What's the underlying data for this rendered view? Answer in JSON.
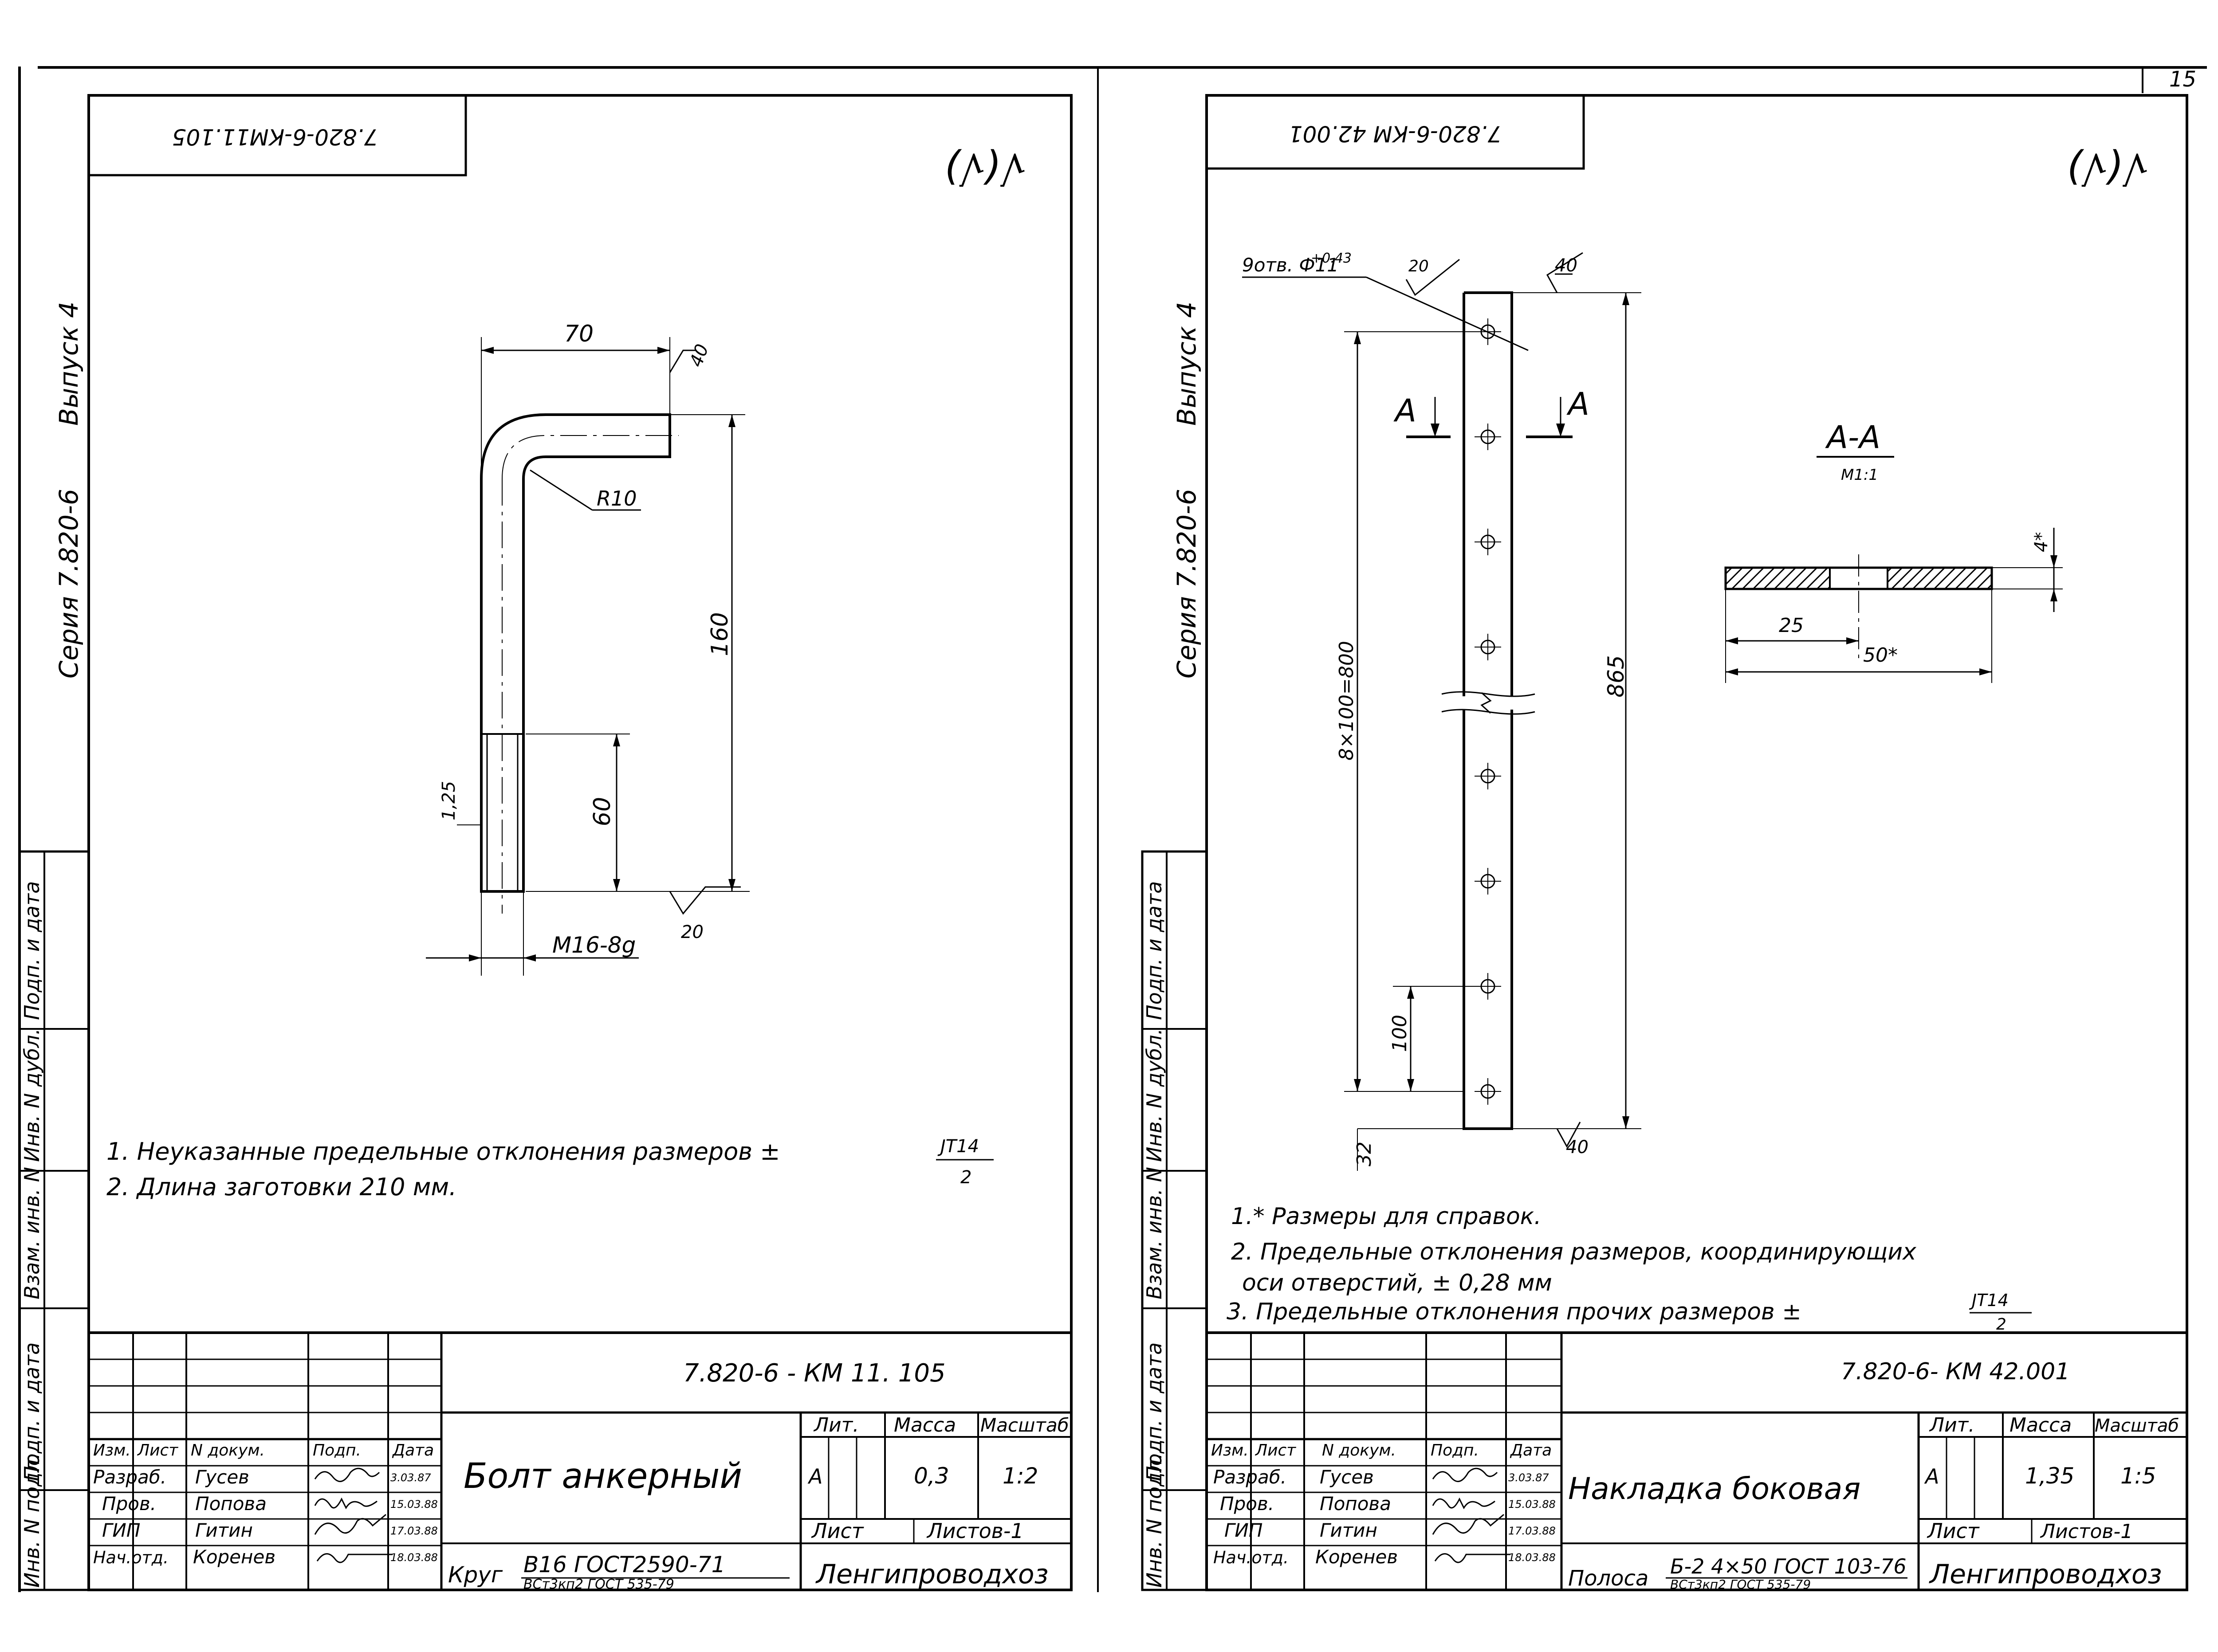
{
  "page_number": "15",
  "left_sheet": {
    "code_stamp": "7.820-6-КМ11.105",
    "roughness": "√(√)",
    "side_series": "Серия 7.820-6",
    "side_issue": "Выпуск 4",
    "dim_70": "70",
    "dim_160": "160",
    "dim_60": "60",
    "dim_r10": "R10",
    "dim_125": "1,25",
    "thread": "M16-8g",
    "rough_40": "40",
    "rough_20": "20",
    "note_1_text": "1. Неуказанные предельные отклонения размеров ±",
    "note_1_num": "JT14",
    "note_1_den": "2",
    "note_2": "2. Длина заготовки 210 мм.",
    "tb_code": "7.820-6 - КМ 11. 105",
    "tb_title": "Болт анкерный",
    "tb_lit_header": "Лит.",
    "tb_mass_header": "Масса",
    "tb_scale_header": "Масштаб",
    "tb_lit_value": "А",
    "tb_mass": "0,3",
    "tb_scale": "1:2",
    "tb_sheet": "Лист",
    "tb_sheets": "Листов-1",
    "tb_org": "Ленгипроводхоз",
    "tb_material_prefix": "Круг",
    "tb_material_top": "B16  ГОСТ2590-71",
    "tb_material_bottom": "ВСт3кп2 ГОСТ 535-79",
    "tb_head": [
      "Изм.",
      "Лист",
      "N докум.",
      "Подп.",
      "Дата"
    ],
    "tb_rows": [
      {
        "role": "Разраб.",
        "name": "Гусев",
        "date": "3.03.87"
      },
      {
        "role": "Пров.",
        "name": "Попова",
        "date": "15.03.88"
      },
      {
        "role": "ГИП",
        "name": "Гитин",
        "date": "17.03.88"
      },
      {
        "role": "Нач.отд.",
        "name": "Коренев",
        "date": "18.03.88"
      }
    ]
  },
  "right_sheet": {
    "code_stamp": "7.820-6-КМ 42.001",
    "roughness": "√(√)",
    "side_series": "Серия 7.820-6",
    "side_issue": "Выпуск 4",
    "holes_callout": "9отв. Ф11",
    "holes_tol": "+0.43",
    "rough_20": "20",
    "rough_40_top": "40",
    "rough_40_bottom": "40",
    "dim_800": "8×100=800",
    "dim_865": "865",
    "dim_100": "100",
    "dim_32": "32",
    "section_mark": "А",
    "section_title": "А-А",
    "section_scale": "М1:1",
    "dim_4": "4*",
    "dim_25": "25",
    "dim_50": "50*",
    "note_1": "1.* Размеры для справок.",
    "note_2a": "2. Предельные отклонения размеров, координирующих",
    "note_2b": "оси отверстий, ± 0,28 мм",
    "note_3_text": "3. Предельные отклонения прочих размеров ±",
    "note_3_num": "JT14",
    "note_3_den": "2",
    "tb_code": "7.820-6- КМ 42.001",
    "tb_title": "Накладка боковая",
    "tb_lit_header": "Лит.",
    "tb_mass_header": "Масса",
    "tb_scale_header": "Масштаб",
    "tb_lit_value": "А",
    "tb_mass": "1,35",
    "tb_scale": "1:5",
    "tb_sheet": "Лист",
    "tb_sheets": "Листов-1",
    "tb_org": "Ленгипроводхоз",
    "tb_material_prefix": "Полоса",
    "tb_material_top": "Б-2 4×50 ГОСТ 103-76",
    "tb_material_bottom": "ВСт3кп2 ГОСТ 535-79",
    "tb_head": [
      "Изм.",
      "Лист",
      "N докум.",
      "Подп.",
      "Дата"
    ],
    "tb_rows": [
      {
        "role": "Разраб.",
        "name": "Гусев",
        "date": "3.03.87"
      },
      {
        "role": "Пров.",
        "name": "Попова",
        "date": "15.03.88"
      },
      {
        "role": "ГИП",
        "name": "Гитин",
        "date": "17.03.88"
      },
      {
        "role": "Нач.отд.",
        "name": "Коренев",
        "date": "18.03.88"
      }
    ]
  },
  "margin_labels": [
    "Подп. и дата",
    "Инв. N дубл.",
    "Взам. инв. N",
    "Подп. и дата",
    "Инв. N подл."
  ]
}
